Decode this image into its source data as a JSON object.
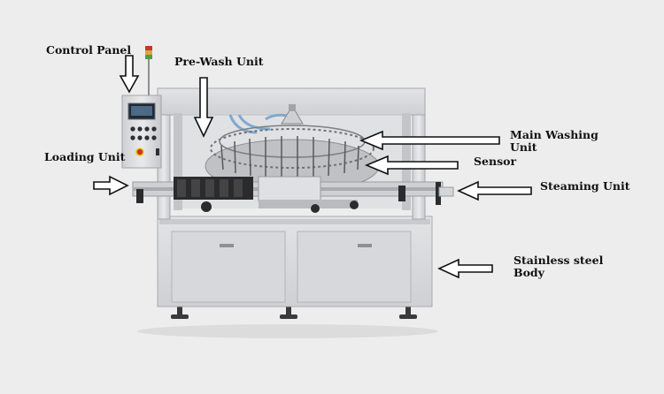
{
  "background": "#ededed",
  "machine_colors": {
    "steel_light": "#e4e4e6",
    "steel_mid": "#cfd0d3",
    "steel_dark": "#9a9ca0",
    "rubber": "#2b2b2d",
    "hose": "#7fa9cf"
  },
  "labels": {
    "control_panel": "Control Panel",
    "pre_wash": "Pre-Wash Unit",
    "main_washing_line1": "Main Washing",
    "main_washing_line2": "Unit",
    "sensor": "Sensor",
    "loading": "Loading Unit",
    "steaming": "Steaming Unit",
    "body_line1": "Stainless steel",
    "body_line2": "Body"
  },
  "icons": {
    "arrow": "outline-arrow-icon",
    "beacon": "signal-tower-light-icon",
    "screen": "hmi-screen-icon"
  }
}
